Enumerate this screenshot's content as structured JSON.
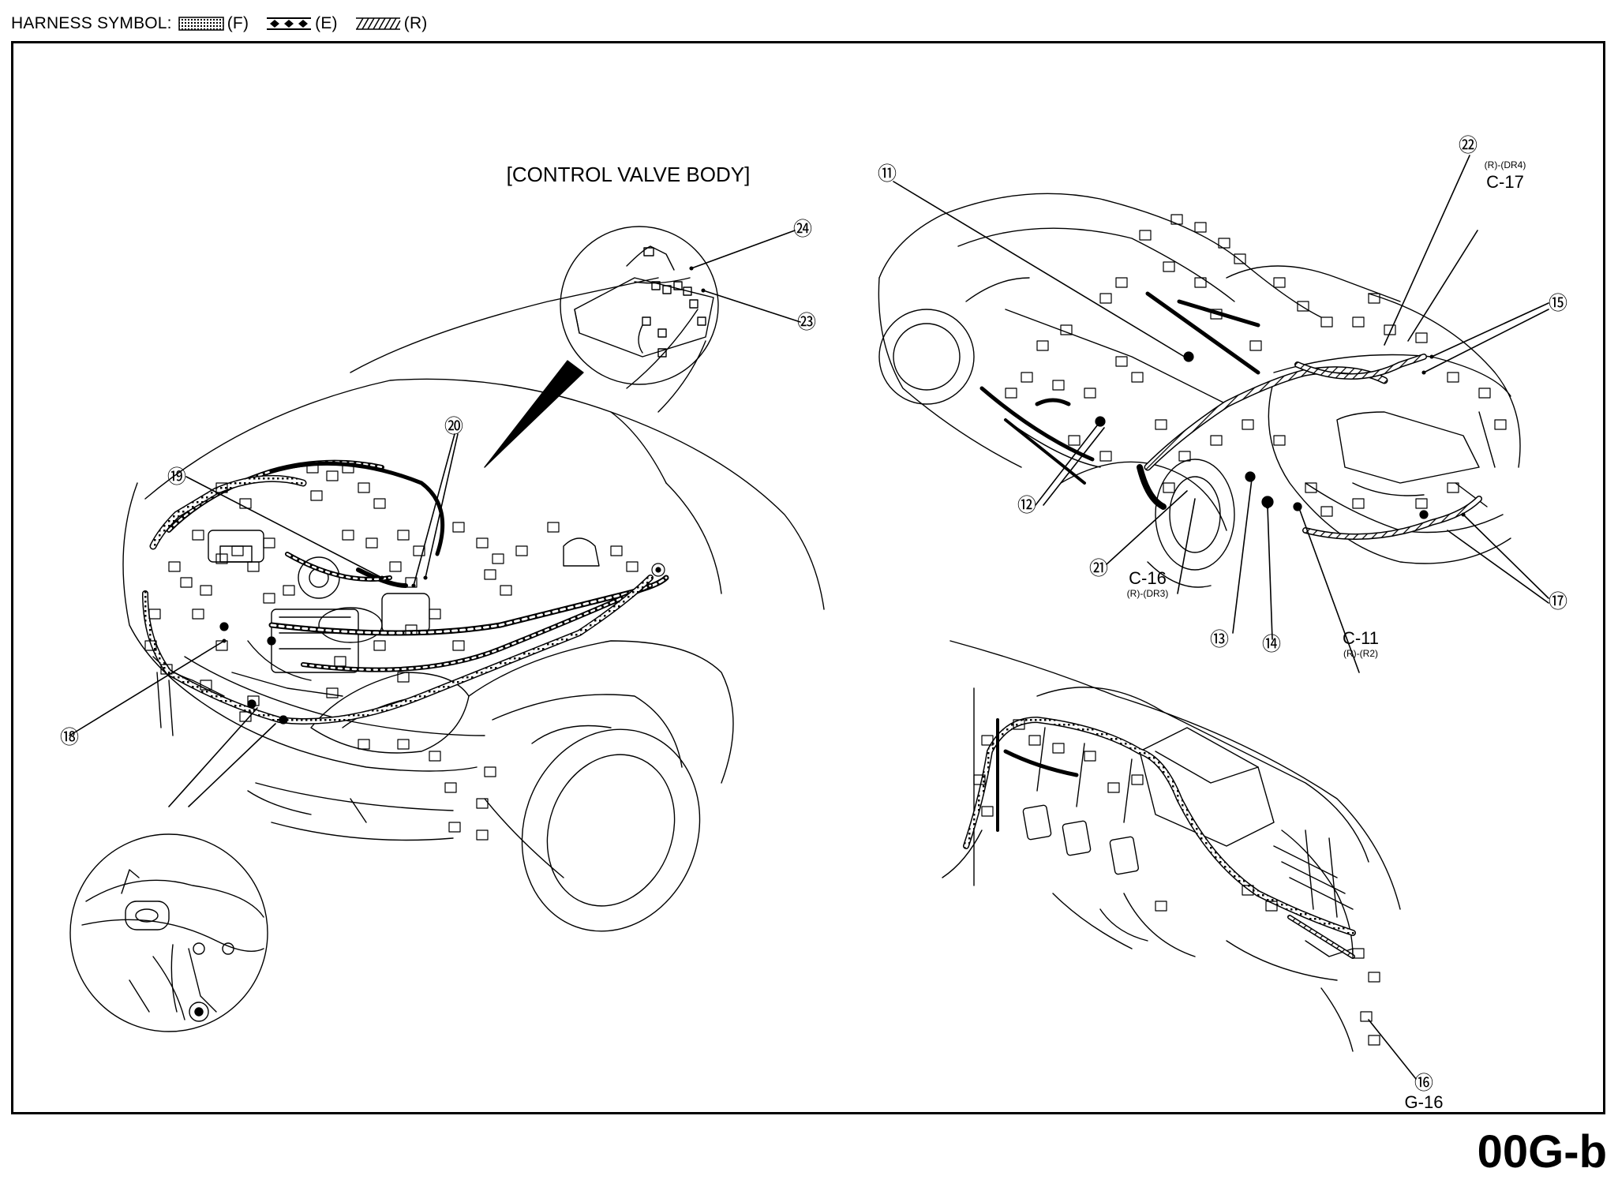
{
  "header": {
    "title": "HARNESS SYMBOL:",
    "legend": [
      {
        "code": "(F)",
        "pattern": "dotted-grid"
      },
      {
        "code": "(E)",
        "pattern": "diamond-chain"
      },
      {
        "code": "(R)",
        "pattern": "diagonal-hatch"
      }
    ]
  },
  "inset_title": "[CONTROL VALVE BODY]",
  "callouts": {
    "n11": "⑪",
    "n12": "⑫",
    "n13": "⑬",
    "n14": "⑭",
    "n15": "⑮",
    "n16": "⑯",
    "n17": "⑰",
    "n18": "⑱",
    "n19": "⑲",
    "n20": "⑳",
    "n21": "㉑",
    "n22": "㉒",
    "n23": "㉓",
    "n24": "㉔"
  },
  "connectors": {
    "c17": {
      "code": "C-17",
      "sub": "(R)-(DR4)"
    },
    "c16": {
      "code": "C-16",
      "sub": "(R)-(DR3)"
    },
    "c11": {
      "code": "C-11",
      "sub": "(R)-(R2)"
    },
    "g16": {
      "code": "G-16"
    }
  },
  "page_code": "00G-b",
  "colors": {
    "ink": "#000000",
    "paper": "#ffffff"
  }
}
